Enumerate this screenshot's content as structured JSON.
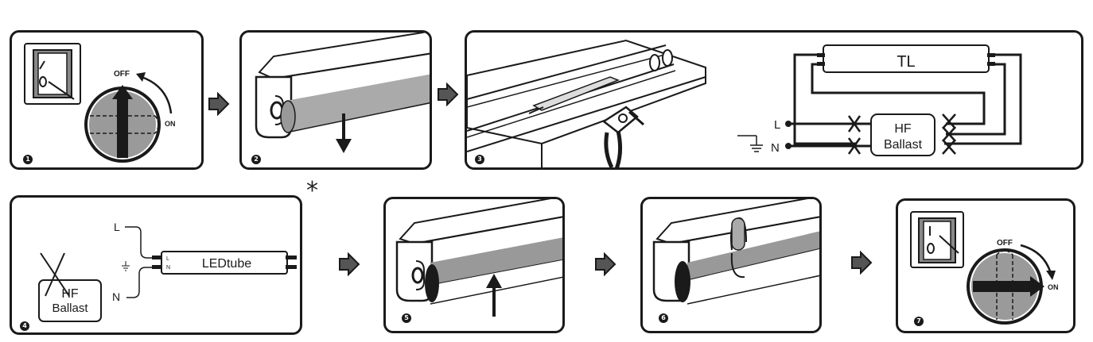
{
  "steps": [
    {
      "num": "1"
    },
    {
      "num": "2"
    },
    {
      "num": "3"
    },
    {
      "num": "4"
    },
    {
      "num": "5"
    },
    {
      "num": "6"
    },
    {
      "num": "7"
    }
  ],
  "labels": {
    "off": "OFF",
    "on": "ON",
    "tl": "TL",
    "hf": "HF",
    "ballast": "Ballast",
    "l": "L",
    "n": "N",
    "ledtube": "LEDtube",
    "pin_l": "L",
    "pin_n": "N",
    "asterisk": "*"
  }
}
